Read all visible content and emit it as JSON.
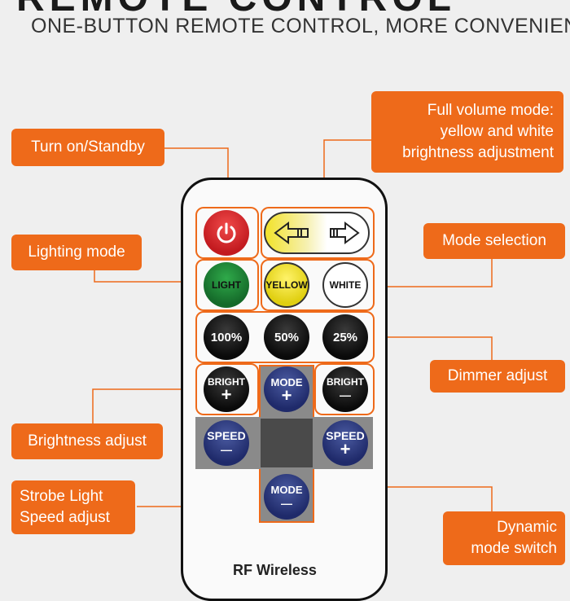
{
  "heading": "REMOTE CONTROL",
  "subheading": "ONE-BUTTON REMOTE CONTROL, MORE CONVENIENT",
  "callouts": {
    "power": "Turn on/Standby",
    "full_volume": [
      "Full volume mode:",
      "yellow and white",
      "brightness adjustment"
    ],
    "lighting": "Lighting mode",
    "mode_selection": "Mode selection",
    "dimmer": "Dimmer adjust",
    "brightness": "Brightness adjust",
    "strobe": [
      "Strobe Light",
      "Speed adjust"
    ],
    "dynamic": [
      "Dynamic",
      "mode switch"
    ]
  },
  "buttons": {
    "light": "LIGHT",
    "yellow": "YELLOW",
    "white": "WHITE",
    "p100": "100%",
    "p50": "50%",
    "p25": "25%",
    "bright": "BRIGHT",
    "mode": "MODE",
    "speed": "SPEED",
    "plus": "+",
    "minus": "—"
  },
  "brand": "RF Wireless",
  "colors": {
    "accent": "#ee6a1a",
    "power": "#d9262b",
    "light": "#1f8a3a",
    "yellow": "#f2e22a"
  }
}
